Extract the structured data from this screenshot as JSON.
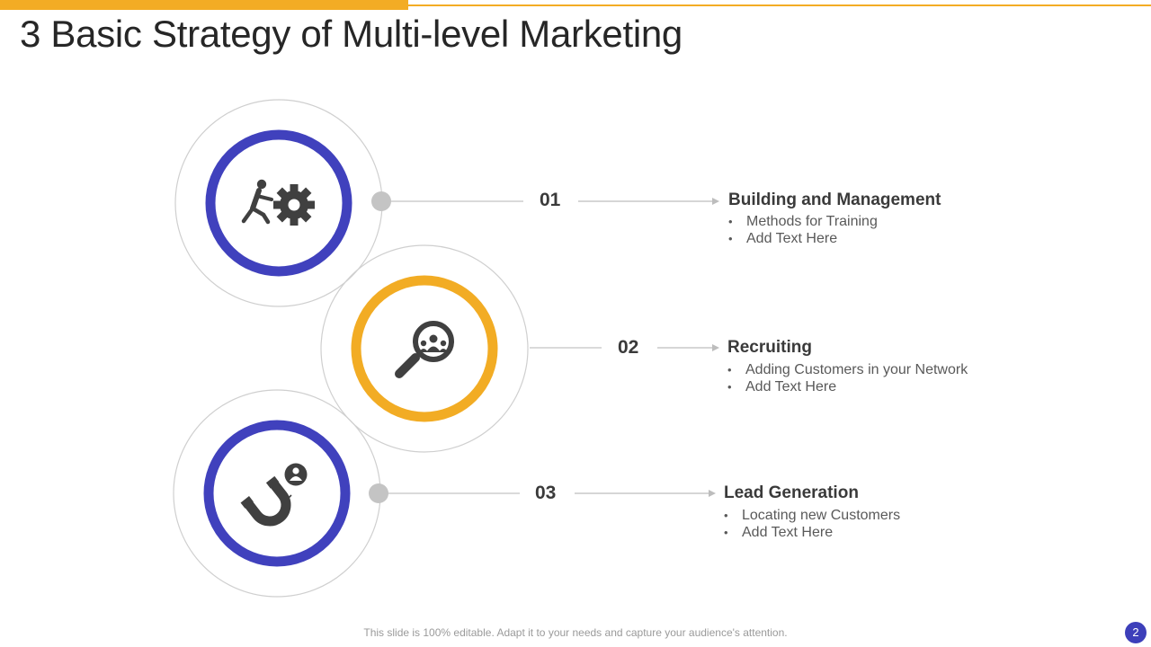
{
  "title": "3 Basic Strategy of Multi-level Marketing",
  "colors": {
    "accent_orange": "#f3ac24",
    "ring_blue": "#4041bd",
    "ring_orange": "#f2ac24",
    "icon_gray": "#404040",
    "connector_gray": "#c4c4c4"
  },
  "steps": [
    {
      "number": "01",
      "title": "Building and Management",
      "bullets": [
        "Methods for Training",
        "Add Text Here"
      ],
      "icon": "person-pushing-gear-icon",
      "ring_color": "#4041bd"
    },
    {
      "number": "02",
      "title": "Recruiting",
      "bullets": [
        "Adding Customers in your Network",
        "Add Text Here"
      ],
      "icon": "magnifier-group-icon",
      "ring_color": "#f2ac24"
    },
    {
      "number": "03",
      "title": "Lead Generation",
      "bullets": [
        "Locating new Customers",
        "Add Text Here"
      ],
      "icon": "magnet-user-icon",
      "ring_color": "#4041bd"
    }
  ],
  "footer": {
    "note": "This slide is 100% editable. Adapt it to your needs and capture your audience's attention.",
    "page_number": "2"
  }
}
